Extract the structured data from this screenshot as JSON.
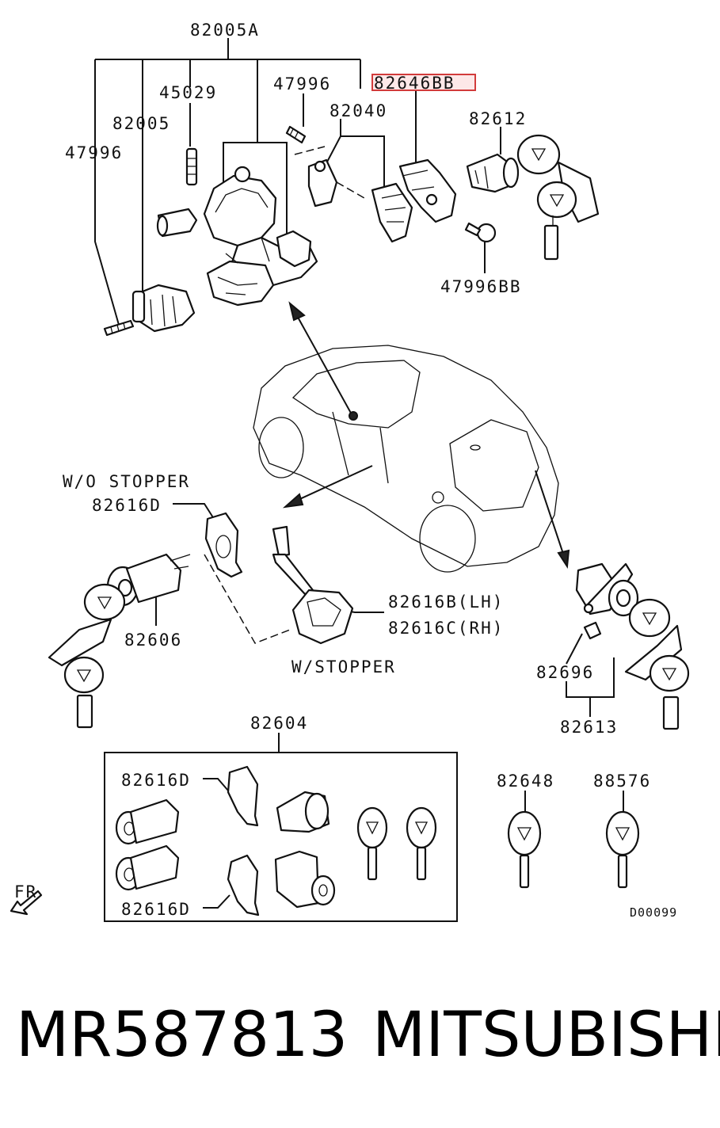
{
  "labels": {
    "l_82005A": "82005A",
    "l_45029": "45029",
    "l_47996_a": "47996",
    "l_82646BB": "82646BB",
    "l_82040": "82040",
    "l_82612": "82612",
    "l_82005": "82005",
    "l_47996_b": "47996",
    "l_47996BB": "47996BB",
    "l_wo_stopper": "W/O STOPPER",
    "l_82616D_a": "82616D",
    "l_82616B": "82616B(LH)",
    "l_82616C": "82616C(RH)",
    "l_82606": "82606",
    "l_w_stopper": "W/STOPPER",
    "l_82696": "82696",
    "l_82613": "82613",
    "l_82604": "82604",
    "l_82616D_b": "82616D",
    "l_82616D_c": "82616D",
    "l_82648": "82648",
    "l_88576": "88576",
    "l_fr": "FR",
    "l_code": "D00099"
  },
  "highlight_color": "#d23b3b",
  "caption": {
    "part_number": "MR587813",
    "maker": "MITSUBISHI"
  }
}
